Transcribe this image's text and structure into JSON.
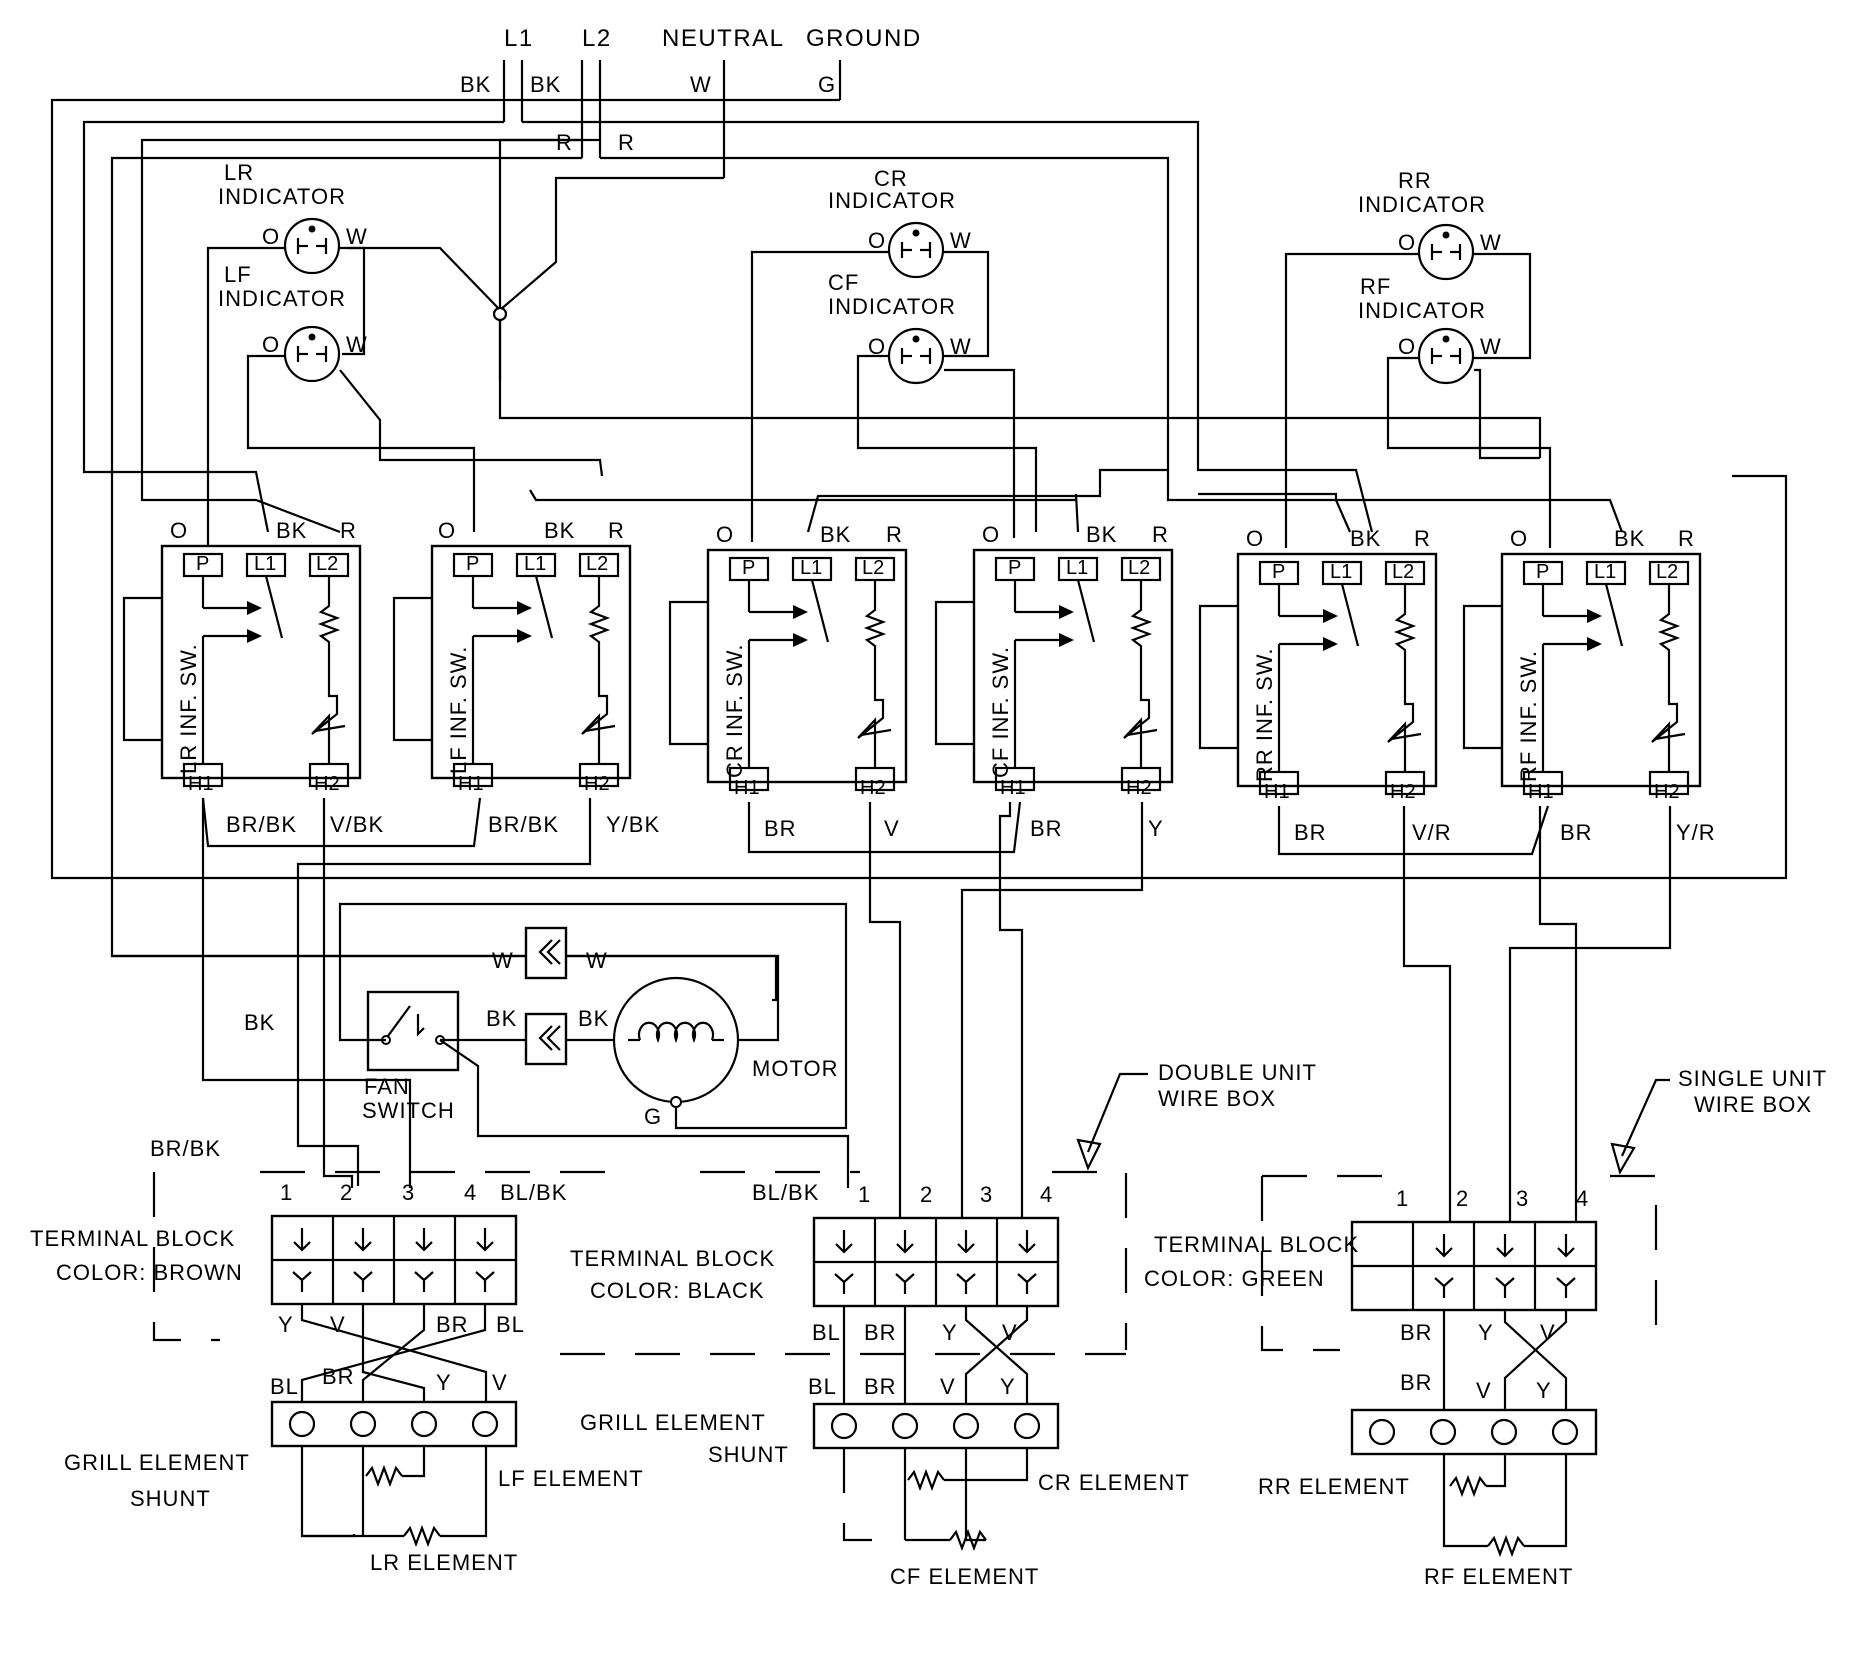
{
  "power": {
    "l1": "L1",
    "l2": "L2",
    "neutral": "NEUTRAL",
    "ground": "GROUND"
  },
  "wires": {
    "bk": "BK",
    "r": "R",
    "w": "W",
    "g": "G",
    "o": "O",
    "br": "BR",
    "v": "V",
    "y": "Y",
    "bl": "BL",
    "br_bk": "BR/BK",
    "v_bk": "V/BK",
    "y_bk": "Y/BK",
    "v_r": "V/R",
    "y_r": "Y/R",
    "bl_bk": "BL/BK"
  },
  "indicators": [
    {
      "line1": "LR",
      "line2": "INDICATOR"
    },
    {
      "line1": "LF",
      "line2": "INDICATOR"
    },
    {
      "line1": "CR",
      "line2": "INDICATOR"
    },
    {
      "line1": "CF",
      "line2": "INDICATOR"
    },
    {
      "line1": "RR",
      "line2": "INDICATOR"
    },
    {
      "line1": "RF",
      "line2": "INDICATOR"
    }
  ],
  "switches": [
    {
      "id": "LR",
      "label": "LR INF. SW.",
      "out1": "BR/BK",
      "out2": "V/BK"
    },
    {
      "id": "LF",
      "label": "LF INF. SW.",
      "out1": "BR/BK",
      "out2": "Y/BK"
    },
    {
      "id": "CR",
      "label": "CR INF. SW.",
      "out1": "BR",
      "out2": "V"
    },
    {
      "id": "CF",
      "label": "CF INF. SW.",
      "out1": "BR",
      "out2": "Y"
    },
    {
      "id": "RR",
      "label": "RR INF. SW.",
      "out1": "BR",
      "out2": "V/R"
    },
    {
      "id": "RF",
      "label": "RF INF. SW.",
      "out1": "BR",
      "out2": "Y/R"
    }
  ],
  "terminals": {
    "p": "P",
    "l1": "L1",
    "l2": "L2",
    "h1": "H1",
    "h2": "H2"
  },
  "fan": {
    "switch_line1": "FAN",
    "switch_line2": "SWITCH",
    "motor": "MOTOR"
  },
  "wire_boxes": {
    "double_line1": "DOUBLE UNIT",
    "double_line2": "WIRE BOX",
    "single_line1": "SINGLE UNIT",
    "single_line2": "WIRE BOX"
  },
  "terminal_blocks": [
    {
      "line1": "TERMINAL BLOCK",
      "line2": "COLOR: BROWN",
      "numbers": [
        "1",
        "2",
        "3",
        "4"
      ]
    },
    {
      "line1": "TERMINAL BLOCK",
      "line2": "COLOR: BLACK",
      "numbers": [
        "1",
        "2",
        "3",
        "4"
      ]
    },
    {
      "line1": "TERMINAL BLOCK",
      "line2": "COLOR: GREEN",
      "numbers": [
        "1",
        "2",
        "3",
        "4"
      ]
    }
  ],
  "elements": {
    "grill_shunt_line1": "GRILL ELEMENT",
    "grill_shunt_line2": "SHUNT",
    "lf": "LF ELEMENT",
    "lr": "LR ELEMENT",
    "cr": "CR ELEMENT",
    "cf": "CF ELEMENT",
    "rr": "RR ELEMENT",
    "rf": "RF ELEMENT"
  }
}
